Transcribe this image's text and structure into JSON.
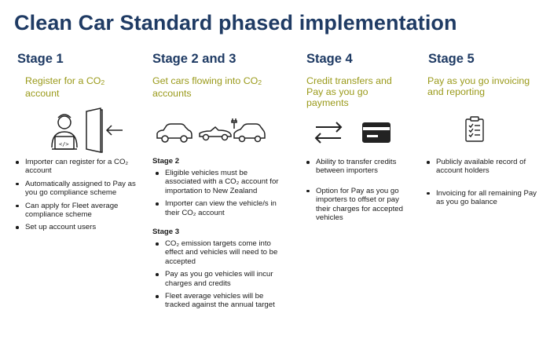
{
  "title": "Clean Car Standard phased implementation",
  "stages": [
    {
      "heading": "Stage 1",
      "subtitle_pre": "Register for a CO",
      "subtitle_sub": "2",
      "subtitle_post": " account",
      "icon": "importer-at-laptop-entering-door-icon",
      "bullets": [
        "Importer can register for a CO₂ account",
        "Automatically assigned to Pay as you go compliance scheme",
        "Can apply for Fleet average compliance scheme",
        "Set up account users"
      ]
    },
    {
      "heading": "Stage 2 and 3",
      "subtitle_pre": "Get cars flowing into CO",
      "subtitle_sub": "2",
      "subtitle_post": " accounts",
      "icon": "cars-icon",
      "stage2_label": "Stage 2",
      "stage2_bullets": [
        "Eligible vehicles must be associated with a CO₂ account for importation to New Zealand",
        "Importer can view the vehicle/s in their CO₂ account"
      ],
      "stage3_label": "Stage 3",
      "stage3_bullets": [
        "CO₂ emission targets come into effect and vehicles will need to be accepted",
        "Pay as you go vehicles will incur charges and credits",
        "Fleet average vehicles will be tracked against the annual target"
      ]
    },
    {
      "heading": "Stage 4",
      "subtitle": "Credit transfers and Pay as you go payments",
      "icon": "transfer-arrows-and-card-icon",
      "bullets": [
        "Ability to transfer credits between importers",
        "Option for Pay as you go importers to offset or pay their charges for accepted vehicles"
      ]
    },
    {
      "heading": "Stage 5",
      "subtitle": "Pay as you go invoicing and reporting",
      "icon": "clipboard-checklist-icon",
      "bullets": [
        "Publicly available record of account holders",
        "Invoicing for all remaining Pay as you go balance"
      ]
    }
  ],
  "colors": {
    "title": "#1f3b64",
    "subtitle": "#9a9a1a",
    "icon": "#222222"
  }
}
